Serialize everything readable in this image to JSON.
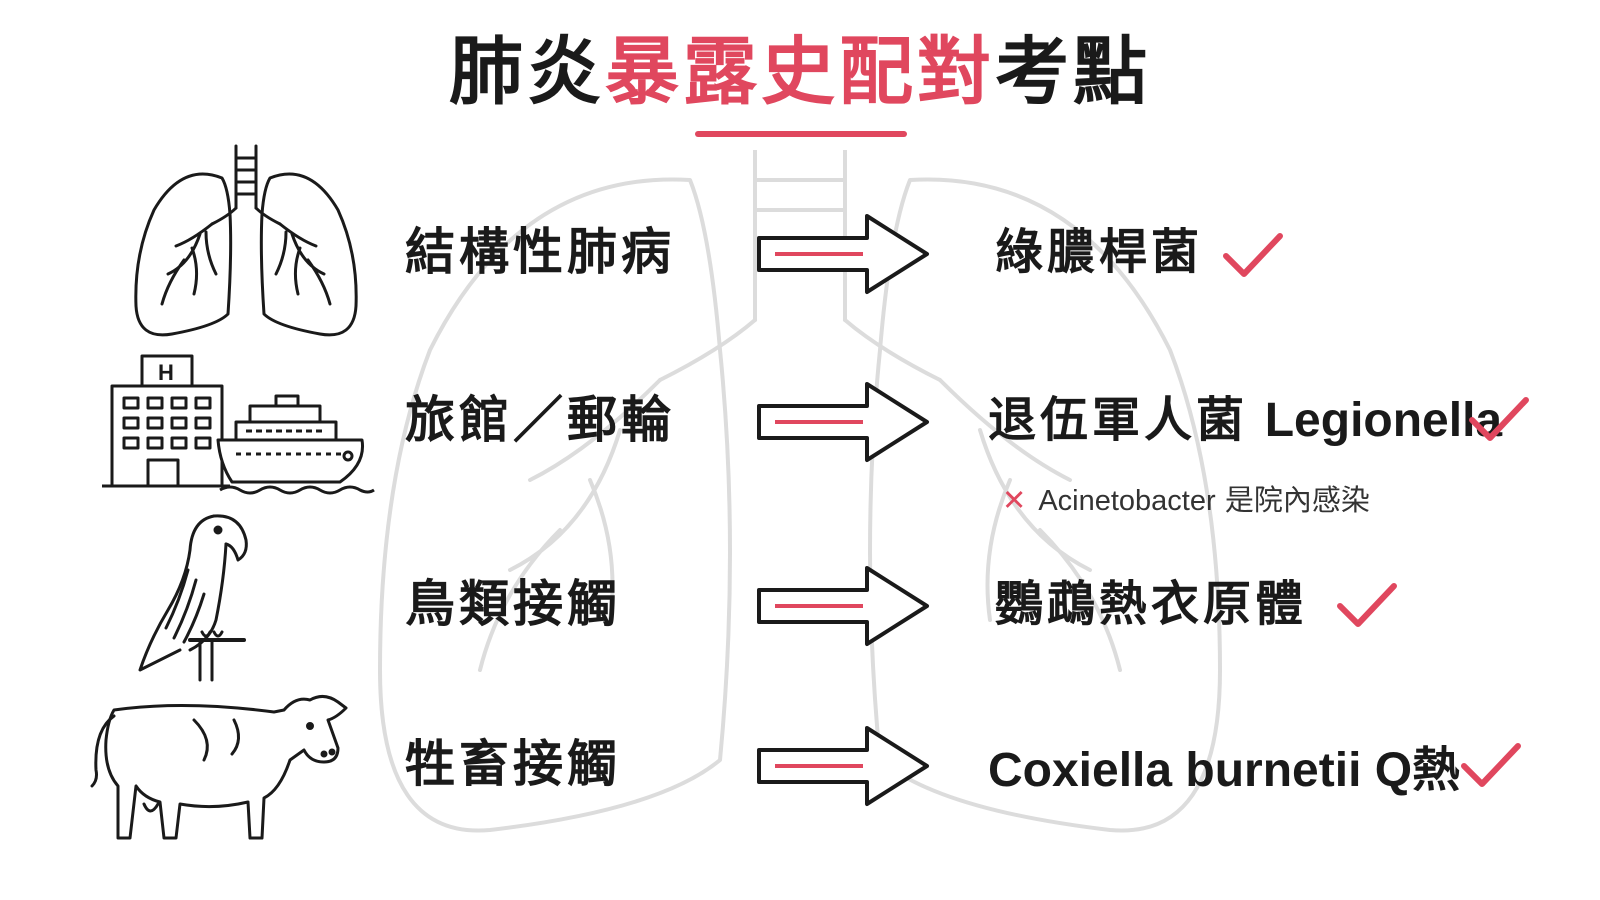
{
  "title": {
    "part1": "肺炎",
    "highlight": "暴露史配對",
    "part2": "考點"
  },
  "colors": {
    "accent": "#e0475e",
    "text": "#1a1a1a",
    "watermark": "#d8d8d8"
  },
  "rows": [
    {
      "icon": "lungs-icon",
      "exposure": "結構性肺病",
      "pathogen": "綠膿桿菌",
      "mark": "check-icon"
    },
    {
      "icon": "hotel-ship-icon",
      "exposure": "旅館／郵輪",
      "pathogen_cjk": "退伍軍人菌",
      "pathogen_latin": "Legionella",
      "mark": "check-icon",
      "note": {
        "mark": "✕",
        "latin": "Acinetobacter",
        "cjk": "是院內感染"
      }
    },
    {
      "icon": "parrot-icon",
      "exposure": "鳥類接觸",
      "pathogen": "鸚鵡熱衣原體",
      "mark": "check-icon"
    },
    {
      "icon": "cow-icon",
      "exposure": "牲畜接觸",
      "pathogen_latin": "Coxiella burnetii Q",
      "pathogen_cjk": "熱",
      "mark": "check-icon"
    }
  ]
}
